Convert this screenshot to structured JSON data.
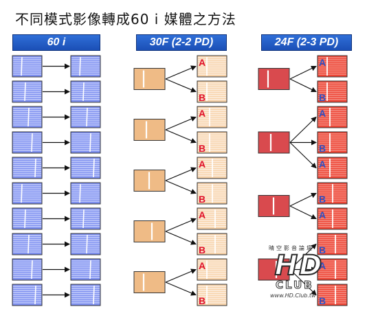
{
  "title": "不同模式影像轉成60 i 媒體之方法",
  "columns": [
    {
      "id": "60i",
      "label": "60 i"
    },
    {
      "id": "30f",
      "label": "30F (2-2 PD)"
    },
    {
      "id": "24f",
      "label": "24F (2-3 PD)"
    }
  ],
  "field_labels": {
    "a": "A",
    "b": "B"
  },
  "pulldown": {
    "col_60i_rows": 10,
    "col_30f_pattern": [
      2,
      2,
      2,
      2,
      2
    ],
    "col_24f_pattern": [
      2,
      3,
      2,
      3
    ]
  },
  "colors": {
    "blue_frame": "#7d8ff0",
    "blue_line": "#e9edff",
    "tan_frame": "#efbb86",
    "tan_field": "#f7d2a8",
    "red_frame": "#d94a4e",
    "red_field": "#ee4636",
    "header_blue": "#1f55c0",
    "label_red": "#e0102c",
    "label_blue": "#2b53c8"
  },
  "watermark": {
    "top_text": "晴空影音論壇",
    "logo": "HD",
    "sub": "CLUB",
    "url": "www.HD.Club.tw"
  }
}
